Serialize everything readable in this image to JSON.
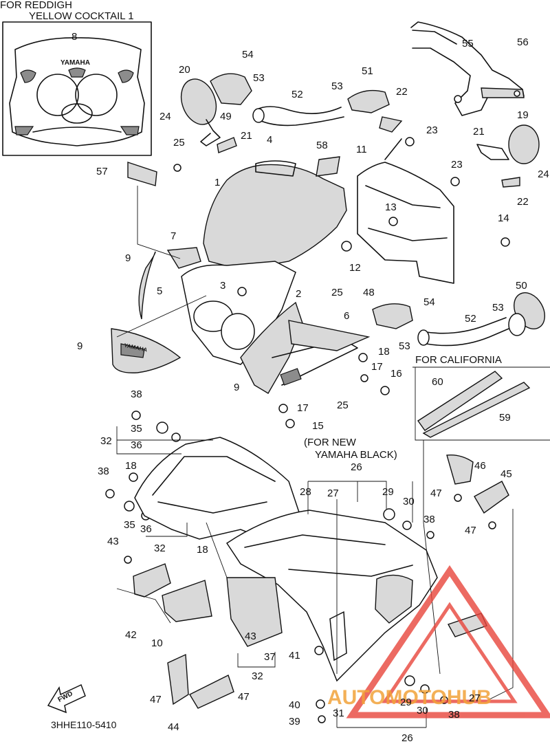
{
  "notes": {
    "reddigh_1": "FOR REDDIGH",
    "reddigh_2": "YELLOW COCKTAIL 1",
    "california": "FOR CALIFORNIA",
    "new_black_1": "(FOR NEW",
    "new_black_2": "YAMAHA BLACK)"
  },
  "diagram_code": "3HHE110-5410",
  "fwd_label": "FWD",
  "inset_logo": "YAMAHA",
  "side_logo": "YAMAHA",
  "watermark": "AUTOMOTOHUB",
  "colors": {
    "watermark_red": "#e8453c",
    "watermark_orange": "#f2a33a",
    "line": "#111111"
  },
  "part_labels": [
    "8",
    "54",
    "56",
    "55",
    "53",
    "20",
    "51",
    "49",
    "52",
    "53",
    "22",
    "19",
    "24",
    "21",
    "23",
    "25",
    "4",
    "58",
    "11",
    "21",
    "57",
    "13",
    "23",
    "1",
    "24",
    "22",
    "14",
    "7",
    "9",
    "12",
    "3",
    "5",
    "25",
    "50",
    "2",
    "48",
    "54",
    "6",
    "53",
    "52",
    "18",
    "9",
    "53",
    "17",
    "16",
    "9",
    "60",
    "25",
    "17",
    "59",
    "38",
    "15",
    "35",
    "32",
    "36",
    "26",
    "38",
    "18",
    "46",
    "45",
    "28",
    "27",
    "29",
    "47",
    "30",
    "35",
    "36",
    "38",
    "47",
    "32",
    "43",
    "18",
    "42",
    "10",
    "43",
    "37",
    "41",
    "32",
    "47",
    "47",
    "40",
    "29",
    "30",
    "27",
    "38",
    "44",
    "31",
    "39",
    "26"
  ]
}
